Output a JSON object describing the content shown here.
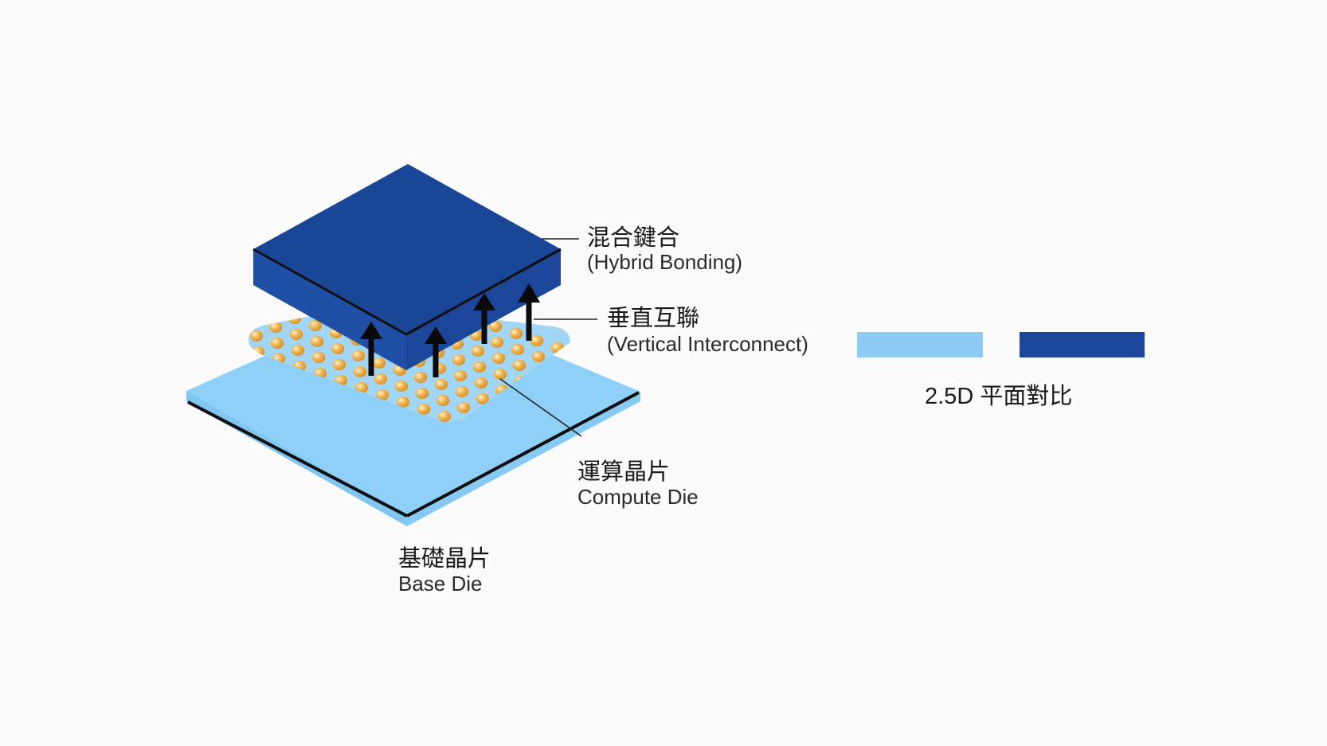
{
  "colors": {
    "base_die": "#8fd0f8",
    "base_die_side": "#7fc6f3",
    "interposer": "#9fd4f6",
    "compute_die_top": "#1a4698",
    "compute_die_side": "#1d4ea6",
    "bump": "#e9a43a",
    "bump_highlight": "#fff1c9",
    "outline": "#0e0e0e",
    "arrow": "#0a0a0a",
    "leader": "#222222",
    "compare_light": "#8dcbf6",
    "compare_dark": "#1a479a"
  },
  "labels": {
    "hybrid_bonding_zh": "混合鍵合",
    "hybrid_bonding_en": "(Hybrid Bonding)",
    "vertical_interconnect_zh": "垂直互聯",
    "vertical_interconnect_en": "(Vertical Interconnect)",
    "compute_die_zh": "運算晶片",
    "compute_die_en": "Compute Die",
    "base_die_zh": "基礎晶片",
    "base_die_en": "Base Die",
    "comparison": "2.5D 平面對比"
  },
  "icons": {
    "arrow": "up-arrow-icon"
  }
}
